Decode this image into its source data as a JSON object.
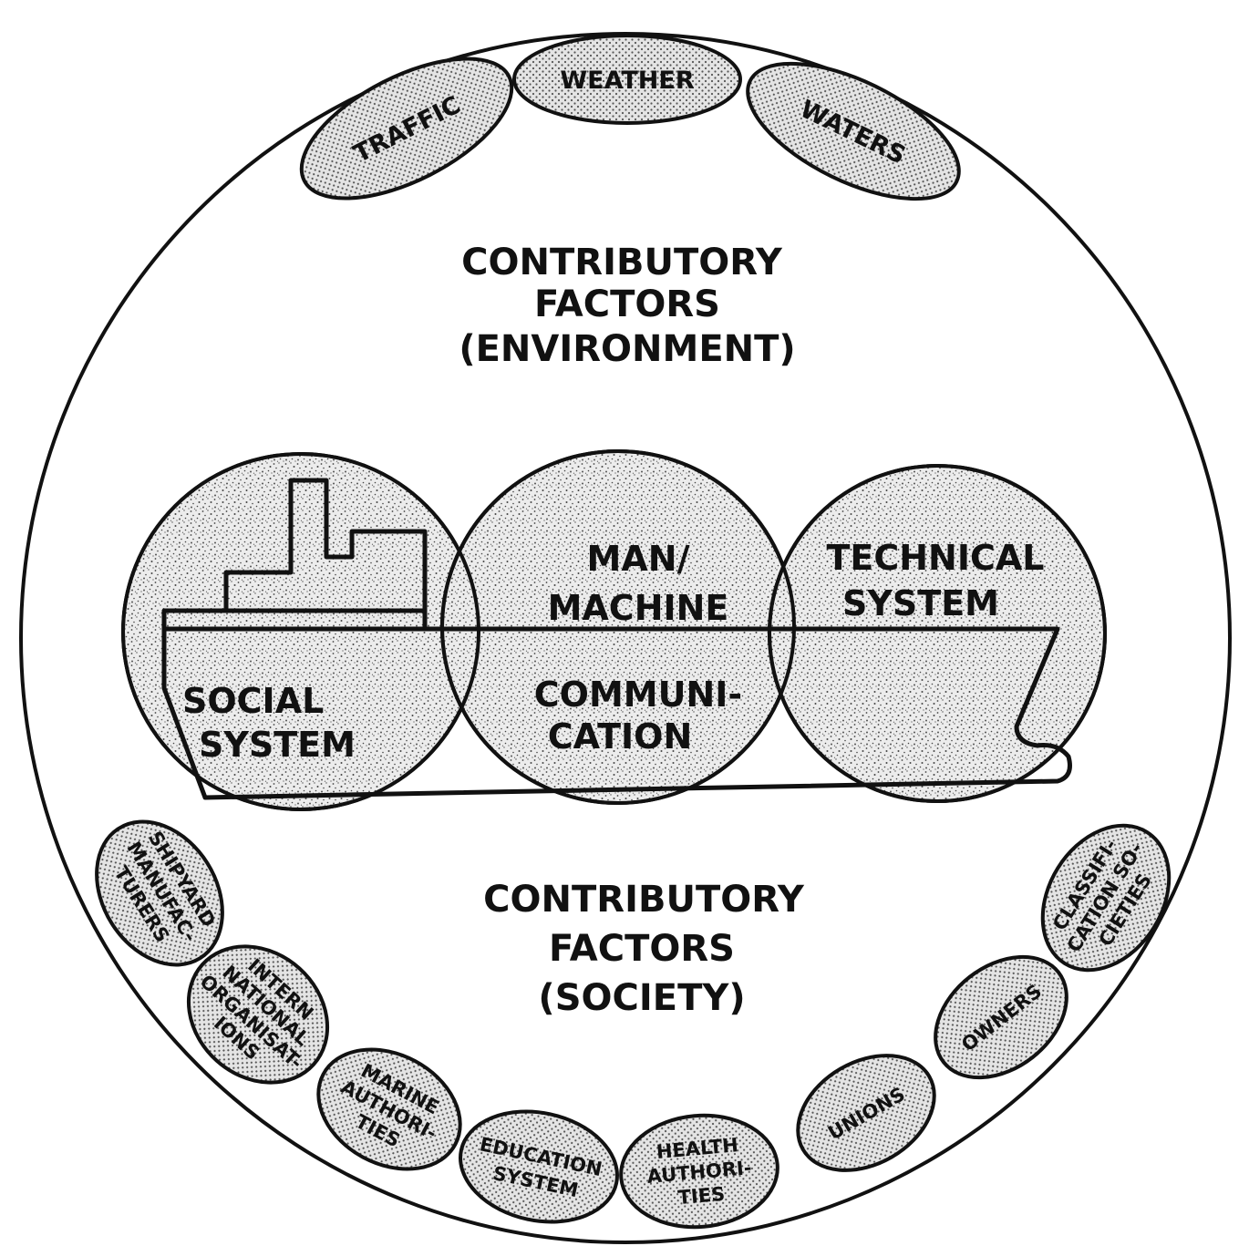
{
  "diagram": {
    "environment": {
      "title_lines": [
        "CONTRIBUTORY",
        "FACTORS",
        "(ENVIRONMENT)"
      ],
      "factors": [
        "TRAFFIC",
        "WEATHER",
        "WATERS"
      ]
    },
    "core_systems": {
      "social": [
        "SOCIAL",
        "SYSTEM"
      ],
      "man_machine": [
        "MAN/",
        "MACHINE"
      ],
      "communication": [
        "COMMUNI-",
        "CATION"
      ],
      "technical": [
        "TECHNICAL",
        "SYSTEM"
      ]
    },
    "society": {
      "title_lines": [
        "CONTRIBUTORY",
        "FACTORS",
        "(SOCIETY)"
      ],
      "factors": {
        "shipyard": [
          "SHIPYARD",
          "MANUFAC-",
          "TURERS"
        ],
        "international": [
          "INTERN",
          "NATIONAL",
          "ORGANISAT-",
          "IONS"
        ],
        "marine": [
          "MARINE",
          "AUTHORI-",
          "TIES"
        ],
        "education": [
          "EDUCATION",
          "SYSTEM"
        ],
        "health": [
          "HEALTH",
          "AUTHORI-",
          "TIES"
        ],
        "unions": [
          "UNIONS"
        ],
        "owners": [
          "OWNERS"
        ],
        "classification": [
          "CLASSIFI-",
          "CATION SO-",
          "CIETIES"
        ]
      }
    }
  }
}
